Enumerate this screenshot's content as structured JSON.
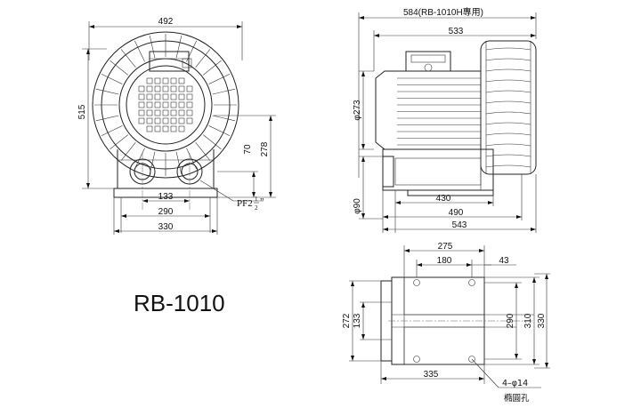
{
  "model": "RB-1010",
  "front_view": {
    "overall_width": "492",
    "overall_height": "515",
    "outlet_center_height": "70",
    "base_height": "278",
    "port_spacing": "133",
    "base_width_inner": "290",
    "base_width_outer": "330",
    "pipe_thread_prefix": "PF2",
    "pipe_thread_fraction_num": "1",
    "pipe_thread_fraction_den": "2",
    "pipe_thread_suffix": "\""
  },
  "side_view": {
    "overall_length_label": "584(RB-1010H專用)",
    "length_533": "533",
    "motor_diameter": "φ273",
    "outlet_diameter": "φ90",
    "length_430": "430",
    "length_490": "490",
    "length_543": "543"
  },
  "base_view": {
    "width_275": "275",
    "width_180": "180",
    "offset_43": "43",
    "depth_272": "272",
    "depth_133": "133",
    "depth_290": "290",
    "depth_310": "310",
    "depth_330": "330",
    "length_335": "335",
    "holes": "4–φ14",
    "hole_type": "橢圓孔"
  }
}
